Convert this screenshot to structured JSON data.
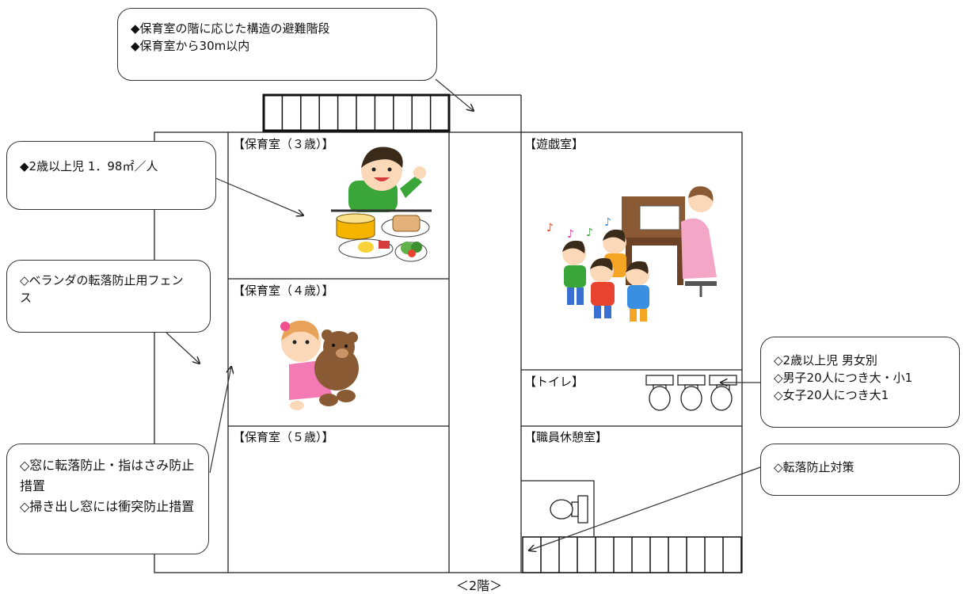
{
  "rooms": {
    "nursery_3": "【保育室（３歳）】",
    "nursery_4": "【保育室（４歳）】",
    "nursery_5": "【保育室（５歳）】",
    "playroom": "【遊戯室】",
    "toilet": "【トイレ】",
    "staff_room": "【職員休憩室】"
  },
  "callouts": {
    "stairs": [
      "◆保育室の階に応じた構造の避難階段",
      "◆保育室から30m以内"
    ],
    "area": [
      "◆2歳以上児  1．98㎡／人"
    ],
    "veranda": [
      "◇ベランダの転落防止用フェンス"
    ],
    "window": [
      "◇窓に転落防止・指はさみ防止措置",
      "◇掃き出し窓には衝突防止措置"
    ],
    "toilet": [
      "◇2歳以上児  男女別",
      "◇男子20人につき大・小1",
      "◇女子20人につき大1"
    ],
    "fall": [
      "◇転落防止対策"
    ]
  },
  "floor_label": "＜2階＞",
  "colors": {
    "line": "#222222",
    "skin": "#fbd9b8",
    "green": "#3aa63a",
    "pink": "#f37ab3",
    "brown": "#8a5a34"
  }
}
